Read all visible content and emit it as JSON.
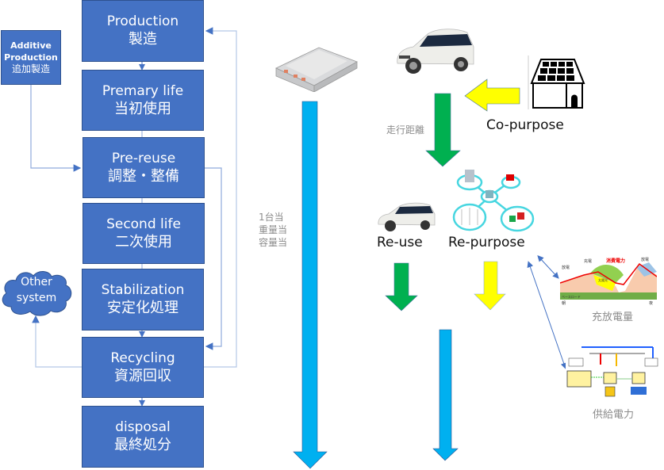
{
  "flow": {
    "boxes": [
      {
        "en": "Production",
        "jp": "製造"
      },
      {
        "en": "Premary life",
        "jp": "当初使用"
      },
      {
        "en": "Pre-reuse",
        "jp": "調整・整備"
      },
      {
        "en": "Second life",
        "jp": "二次使用"
      },
      {
        "en": "Stabilization",
        "jp": "安定化処理"
      },
      {
        "en": "Recycling",
        "jp": "資源回収"
      },
      {
        "en": "disposal",
        "jp": "最終処分"
      }
    ],
    "additive": {
      "line1": "Additive",
      "line2": "Production",
      "jp": "追加製造"
    },
    "cloud": {
      "line1": "Other",
      "line2": "system"
    }
  },
  "labels": {
    "mileage": "走行距離",
    "per_unit": [
      "1台当",
      "重量当",
      "容量当"
    ],
    "co_purpose": "Co-purpose",
    "re_use": "Re-use",
    "re_purpose": "Re-purpose",
    "charge_discharge": "充放電量",
    "power_supply": "供給電力"
  },
  "inset_chart": {
    "labels": [
      "放電",
      "充電",
      "消費電力",
      "放電",
      "太陽光",
      "ベースロード",
      "朝",
      "夜"
    ]
  },
  "colors": {
    "box_blue": "#4472C4",
    "green_arrow": "#00B050",
    "yellow_arrow": "#FFFF00",
    "cyan_arrow": "#00B0F0",
    "connector": "#8FAADC"
  }
}
